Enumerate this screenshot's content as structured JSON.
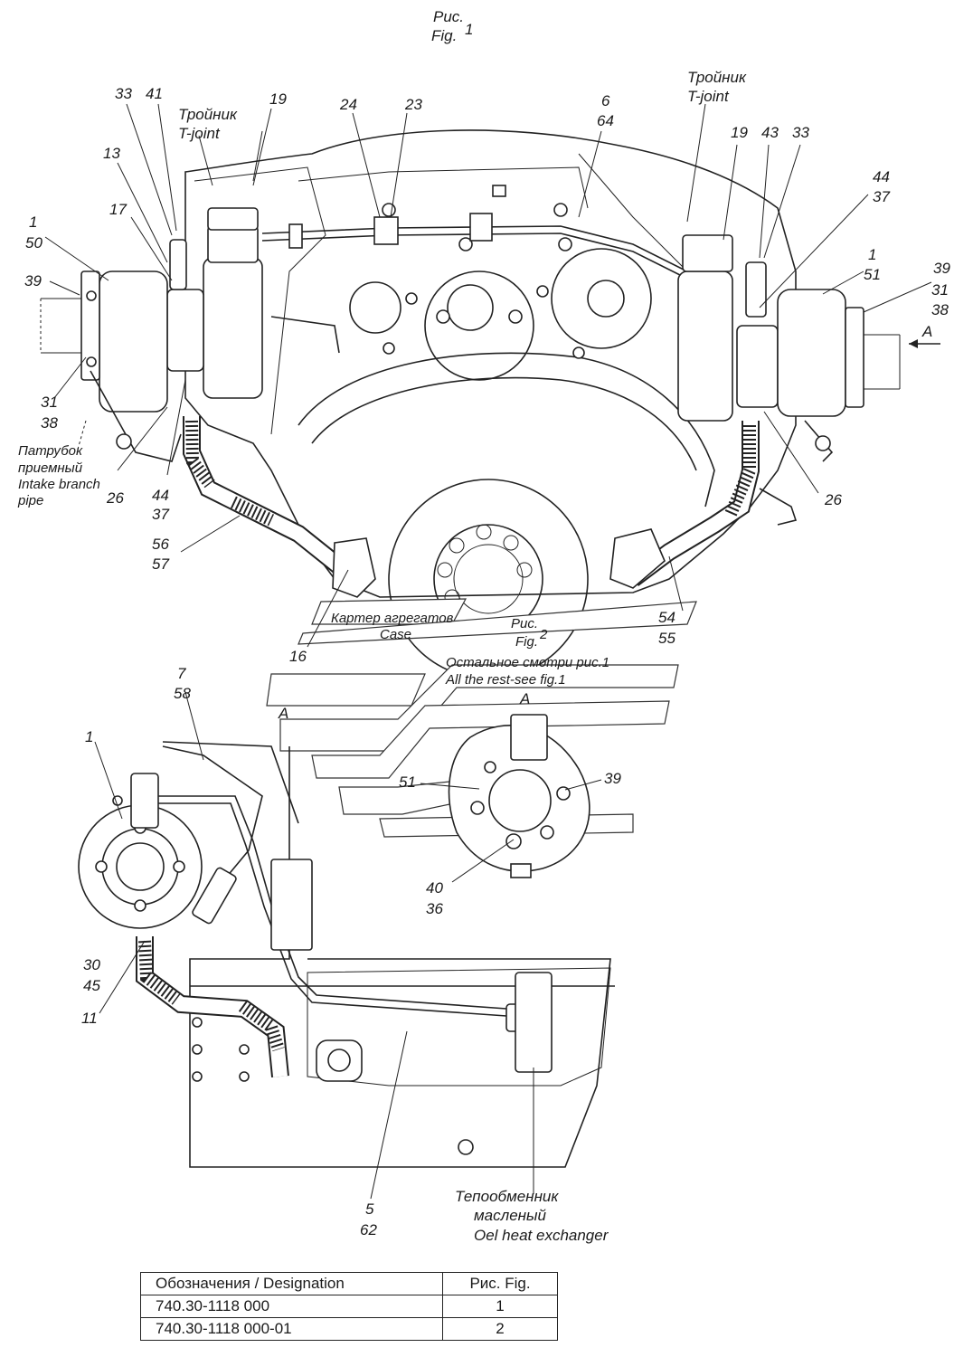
{
  "figure1": {
    "caption_ru": "Рис.",
    "caption_en": "Fig.",
    "number": "1"
  },
  "figure2": {
    "caption_ru": "Рис.",
    "caption_en": "Fig.",
    "number": "2",
    "note_ru": "Остальное смотри рис.1",
    "note_en": "All the rest-see fig.1"
  },
  "annotations": {
    "tjoint_left_ru": "Тройник",
    "tjoint_left_en": "T-joint",
    "tjoint_right_ru": "Тройник",
    "tjoint_right_en": "T-joint",
    "intake_ru_1": "Патрубок",
    "intake_ru_2": "приемный",
    "intake_en_1": "Intake branch",
    "intake_en_2": "pipe",
    "case_ru": "Картер агрегатов",
    "case_en": "Case",
    "view_a_arrow": "A",
    "view_a_section": "A",
    "view_a_detail": "A",
    "heat_ru_1": "Тепообменник",
    "heat_ru_2": "масленый",
    "heat_en": "Oel heat exchanger"
  },
  "callouts": {
    "c33l": "33",
    "c41": "41",
    "c19l": "19",
    "c24": "24",
    "c23": "23",
    "c6": "6",
    "c64": "64",
    "c13": "13",
    "c17": "17",
    "c1l": "1",
    "c50": "50",
    "c39l": "39",
    "c31l": "31",
    "c38l": "38",
    "c26l": "26",
    "c44l": "44",
    "c37l": "37",
    "c56": "56",
    "c57": "57",
    "c16": "16",
    "c19r": "19",
    "c43": "43",
    "c33r": "33",
    "c44r": "44",
    "c37r": "37",
    "c1r": "1",
    "c51r": "51",
    "c39r": "39",
    "c31r": "31",
    "c38r": "38",
    "c26r": "26",
    "c54": "54",
    "c55": "55",
    "c7": "7",
    "c58": "58",
    "c1f2": "1",
    "c30": "30",
    "c45": "45",
    "c11": "11",
    "c5": "5",
    "c62": "62",
    "c51d": "51",
    "c39d": "39",
    "c40": "40",
    "c36": "36"
  },
  "table": {
    "header_designation": "Обозначения / Designation",
    "header_fig": "Рис. Fig.",
    "rows": [
      {
        "designation": "740.30-1118 000",
        "fig": "1"
      },
      {
        "designation": "740.30-1118 000-01",
        "fig": "2"
      }
    ]
  }
}
